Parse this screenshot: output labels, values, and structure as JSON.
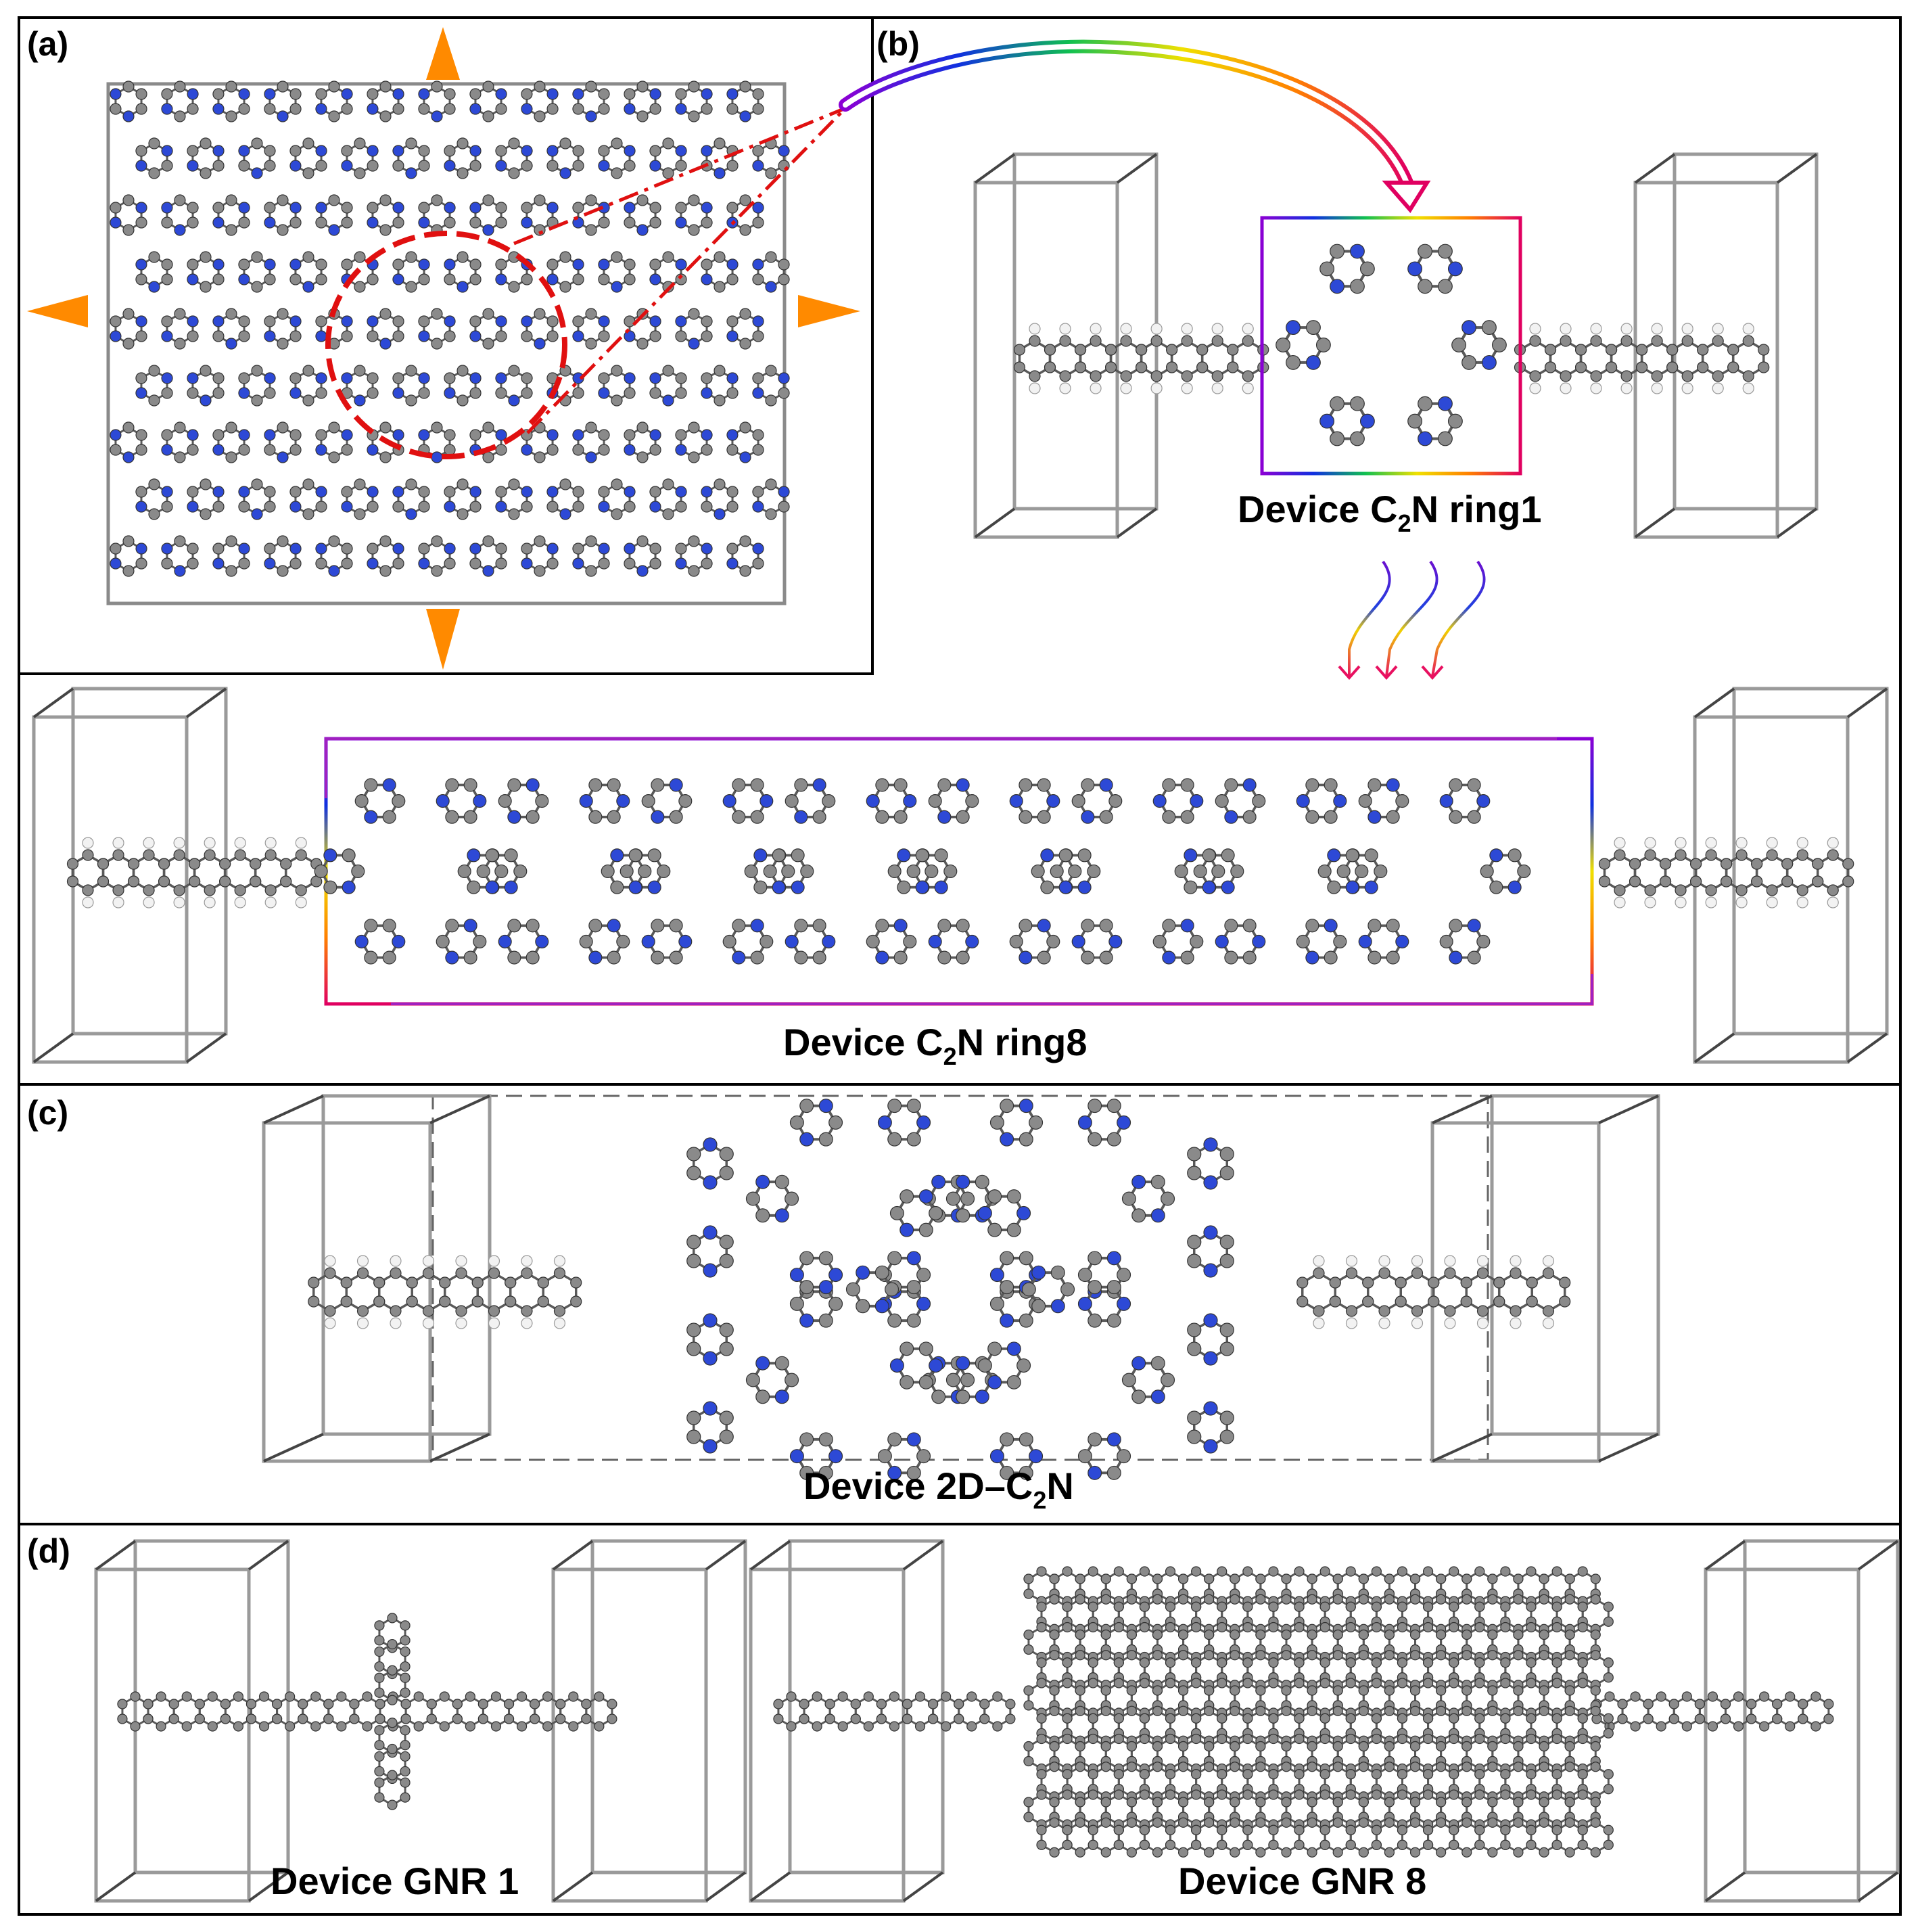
{
  "panels": {
    "a": {
      "label": "(a)"
    },
    "b": {
      "label": "(b)"
    },
    "c": {
      "label": "(c)"
    },
    "d": {
      "label": "(d)"
    }
  },
  "captions": {
    "ring1": {
      "prefix": "Device C",
      "sub": "2",
      "suffix": "N ring1"
    },
    "ring8": {
      "prefix": "Device C",
      "sub": "2",
      "suffix": "N ring8"
    },
    "twoD": {
      "prefix": "Device 2D–C",
      "sub": "2",
      "suffix": "N"
    },
    "gnr1": "Device GNR 1",
    "gnr8": "Device GNR 8"
  },
  "colors": {
    "carbon": "#8a8a8a",
    "nitrogen": "#2d49d6",
    "hydrogen": "#f2f2f2",
    "bond": "#5a5a5a",
    "arrow": "#ff8a00",
    "circle": "#e01010",
    "frame": "#a020c0",
    "electrode": "#555555"
  },
  "icons": {
    "expand-arrows": "orange-triangle-icon",
    "zoom-arrow": "rainbow-curved-arrow-icon",
    "transition-arrows": "rainbow-wavy-arrow-icon"
  }
}
